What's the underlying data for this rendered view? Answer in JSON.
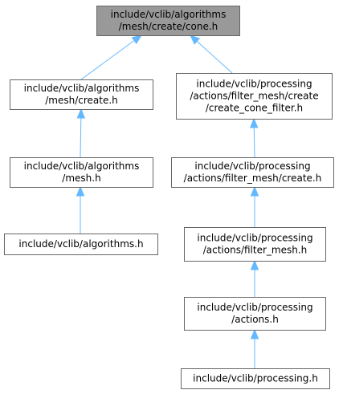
{
  "graph": {
    "nodes": [
      {
        "id": "cone",
        "lines": [
          "include/vclib/algorithms",
          "/mesh/create/cone.h"
        ],
        "highlighted": true
      },
      {
        "id": "alg-mesh-create",
        "lines": [
          "include/vclib/algorithms",
          "/mesh/create.h"
        ],
        "highlighted": false
      },
      {
        "id": "create-cone-filter",
        "lines": [
          "include/vclib/processing",
          "/actions/filter_mesh/create",
          "/create_cone_filter.h"
        ],
        "highlighted": false
      },
      {
        "id": "alg-mesh",
        "lines": [
          "include/vclib/algorithms",
          "/mesh.h"
        ],
        "highlighted": false
      },
      {
        "id": "filter-mesh-create",
        "lines": [
          "include/vclib/processing",
          "/actions/filter_mesh/create.h"
        ],
        "highlighted": false
      },
      {
        "id": "algorithms",
        "lines": [
          "include/vclib/algorithms.h"
        ],
        "highlighted": false
      },
      {
        "id": "filter-mesh",
        "lines": [
          "include/vclib/processing",
          "/actions/filter_mesh.h"
        ],
        "highlighted": false
      },
      {
        "id": "actions",
        "lines": [
          "include/vclib/processing",
          "/actions.h"
        ],
        "highlighted": false
      },
      {
        "id": "processing",
        "lines": [
          "include/vclib/processing.h"
        ],
        "highlighted": false
      }
    ],
    "edges": [
      {
        "from": "alg-mesh-create",
        "to": "cone"
      },
      {
        "from": "create-cone-filter",
        "to": "cone"
      },
      {
        "from": "alg-mesh",
        "to": "alg-mesh-create"
      },
      {
        "from": "algorithms",
        "to": "alg-mesh"
      },
      {
        "from": "filter-mesh-create",
        "to": "create-cone-filter"
      },
      {
        "from": "filter-mesh",
        "to": "filter-mesh-create"
      },
      {
        "from": "actions",
        "to": "filter-mesh"
      },
      {
        "from": "processing",
        "to": "actions"
      }
    ],
    "colors": {
      "highlighted_fill": "#999999",
      "node_fill": "#ffffff",
      "node_stroke": "#666666",
      "edge": "#63b8ff",
      "text": "#000000"
    }
  }
}
